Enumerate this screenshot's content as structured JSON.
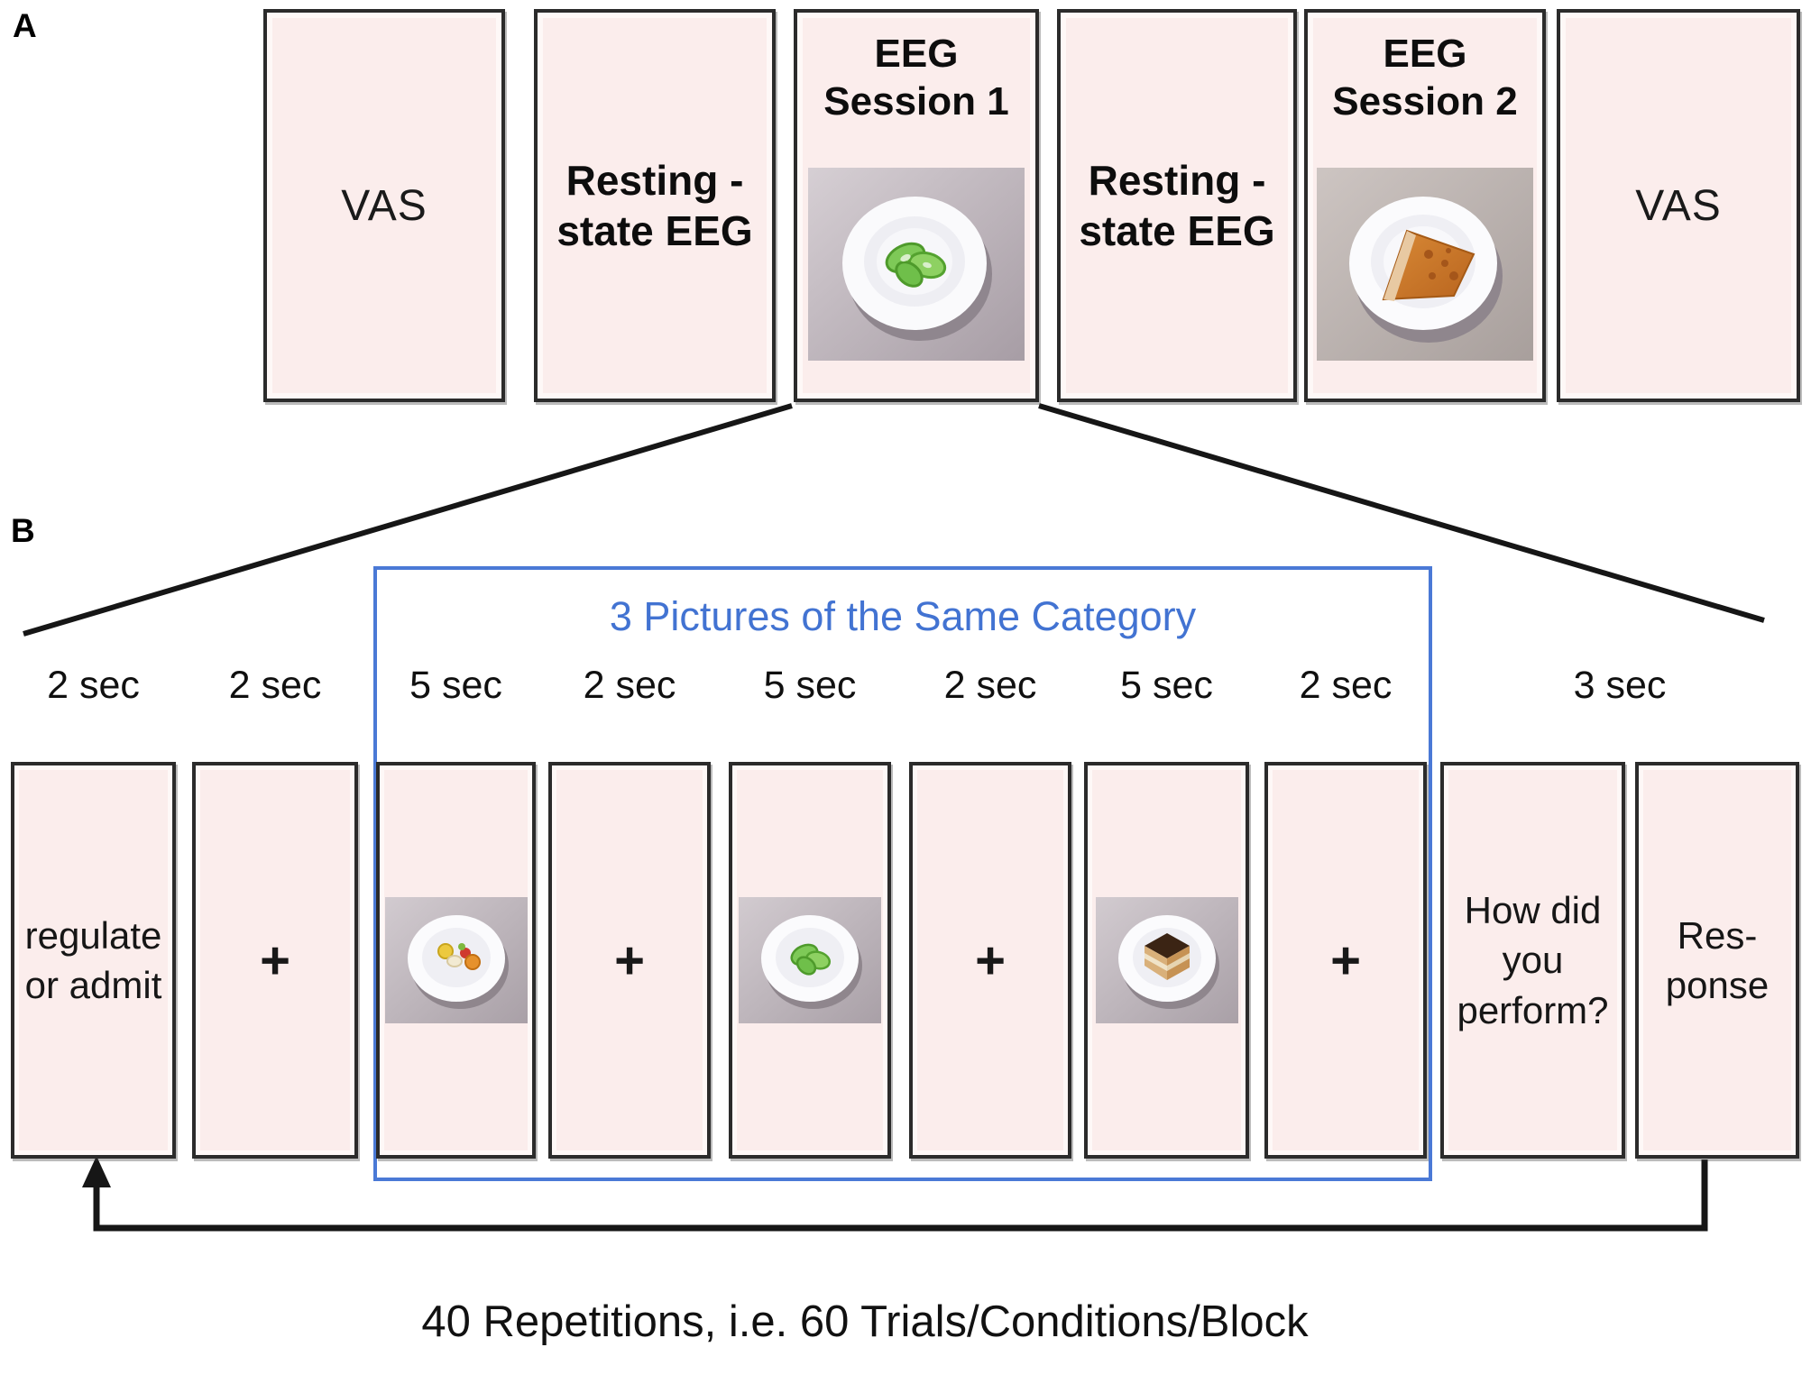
{
  "figure": {
    "panel_a_label": "A",
    "panel_b_label": "B"
  },
  "panel_a": {
    "boxes": [
      {
        "id": "vas-pre",
        "lines": [
          "VAS"
        ],
        "bold": false
      },
      {
        "id": "resting-state-eeg-1",
        "lines": [
          "Resting -",
          "state EEG"
        ],
        "bold": true
      },
      {
        "id": "eeg-session-1",
        "title_lines": [
          "EEG",
          "Session 1"
        ],
        "image": "plate-green-vegetables"
      },
      {
        "id": "resting-state-eeg-2",
        "lines": [
          "Resting -",
          "state EEG"
        ],
        "bold": true
      },
      {
        "id": "eeg-session-2",
        "title_lines": [
          "EEG",
          "Session 2"
        ],
        "image": "plate-pizza-slice"
      },
      {
        "id": "vas-post",
        "lines": [
          "VAS"
        ],
        "bold": false
      }
    ]
  },
  "panel_b": {
    "group_title": "3 Pictures of the Same Category",
    "response_duration": "3 sec",
    "boxes": [
      {
        "duration": "2 sec",
        "lines": [
          "regulate",
          "or admit"
        ],
        "type": "instruction"
      },
      {
        "duration": "2 sec",
        "lines": [
          "+"
        ],
        "type": "fixation"
      },
      {
        "duration": "5 sec",
        "image": "plate-fruit-pieces",
        "type": "picture"
      },
      {
        "duration": "2 sec",
        "lines": [
          "+"
        ],
        "type": "fixation"
      },
      {
        "duration": "5 sec",
        "image": "plate-green-vegetables",
        "type": "picture"
      },
      {
        "duration": "2 sec",
        "lines": [
          "+"
        ],
        "type": "fixation"
      },
      {
        "duration": "5 sec",
        "image": "plate-chocolate-cake",
        "type": "picture"
      },
      {
        "duration": "2 sec",
        "lines": [
          "+"
        ],
        "type": "fixation"
      },
      {
        "lines": [
          "How did",
          "you",
          "perform?"
        ],
        "type": "question"
      },
      {
        "lines": [
          "Res-",
          "ponse"
        ],
        "type": "response"
      }
    ],
    "footer": "40 Repetitions, i.e. 60 Trials/Conditions/Block"
  },
  "colors": {
    "box_fill": "#fbedec",
    "box_border": "#2b2b2b",
    "blue_accent": "#4a79d6",
    "blue_title_text": "#4273d2",
    "connector_black": "#161616",
    "photo_background_light": "#d6cfd4",
    "photo_background_dark": "#a79da5",
    "plate_white": "#fafafc",
    "vegetable_green": "#7ec957",
    "pizza_orange": "#cf7f2e",
    "cake_brown": "#3b2414"
  }
}
